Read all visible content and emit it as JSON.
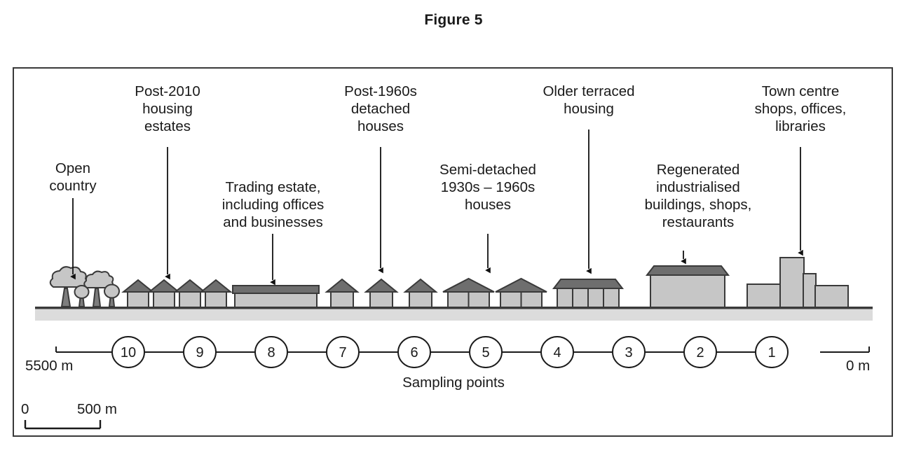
{
  "figure": {
    "title": "Figure 5",
    "frame_border_color": "#3a3a3a"
  },
  "colors": {
    "ground_fill": "#dcdcdc",
    "wall_fill": "#c6c6c6",
    "roof_fill": "#6e6e6e",
    "outline": "#3a3a3a",
    "text": "#1a1a1a"
  },
  "callouts": [
    {
      "id": "open-country",
      "text": "Open\ncountry",
      "target": "trees"
    },
    {
      "id": "post-2010-housing-estates",
      "text": "Post-2010\nhousing\nestates",
      "target": "small-detached-row"
    },
    {
      "id": "trading-estate",
      "text": "Trading estate,\nincluding offices\nand businesses",
      "target": "flat-roof-warehouse"
    },
    {
      "id": "post-1960s-detached-houses",
      "text": "Post-1960s\ndetached\nhouses",
      "target": "detached-houses"
    },
    {
      "id": "semi-detached-1930s-1960s",
      "text": "Semi-detached\n1930s – 1960s\nhouses",
      "target": "semi-detached-pairs"
    },
    {
      "id": "older-terraced-housing",
      "text": "Older terraced\nhousing",
      "target": "terraced-row"
    },
    {
      "id": "regenerated-industrialised",
      "text": "Regenerated\nindustrialised\nbuildings, shops,\nrestaurants",
      "target": "industrial-block"
    },
    {
      "id": "town-centre",
      "text": "Town centre\nshops, offices,\nlibraries",
      "target": "town-centre-blocks"
    }
  ],
  "transect": {
    "label": "Sampling points",
    "left_end_label": "5500 m",
    "right_end_label": "0 m",
    "points": [
      "10",
      "9",
      "8",
      "7",
      "6",
      "5",
      "4",
      "3",
      "2",
      "1"
    ]
  },
  "scale_bar": {
    "start_label": "0",
    "end_label": "500 m"
  }
}
